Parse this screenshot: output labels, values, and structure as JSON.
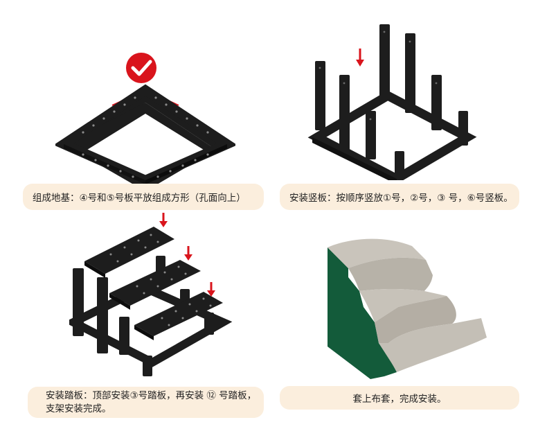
{
  "steps": [
    {
      "caption": "组成地基：④号和⑤号板平放组成方形（孔面向上）"
    },
    {
      "caption": "安装竖板：按顺序竖放①号，②号，③ 号，⑥号竖板。"
    },
    {
      "caption_line1": "安装踏板：顶部安装③号踏板，再安装 ⑫ 号踏板，",
      "caption_line2": "支架安装完成。"
    },
    {
      "caption": "套上布套，完成安装。"
    }
  ],
  "colors": {
    "panel": "#1d1d1d",
    "hole": "#8a8a8a",
    "accent_red": "#d9141c",
    "caption_bg": "#fbeedd",
    "cover_green": "#135b3a",
    "cover_grey": "#bdb8af"
  },
  "icons": [
    "checkmark-icon",
    "down-arrow-icon"
  ]
}
